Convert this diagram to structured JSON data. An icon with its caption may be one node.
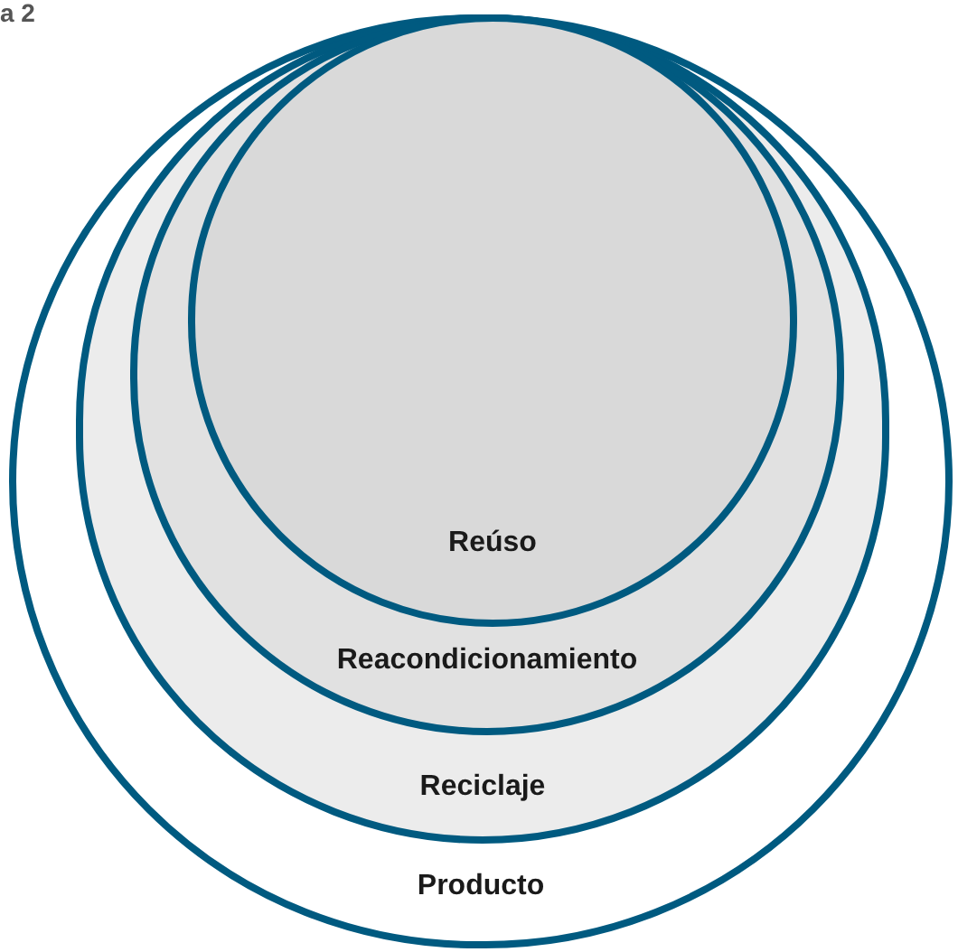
{
  "diagram": {
    "nodes": [
      {
        "text": [
          "Producto"
        ]
      },
      {
        "text": [
          "Reciclaje"
        ],
        "in": 0
      },
      {
        "text": [
          "Reacondicionamiento"
        ],
        "in": 1
      },
      {
        "text": [
          "Reúso"
        ],
        "in": 2
      }
    ],
    "labels": [
      "a 2"
    ]
  }
}
